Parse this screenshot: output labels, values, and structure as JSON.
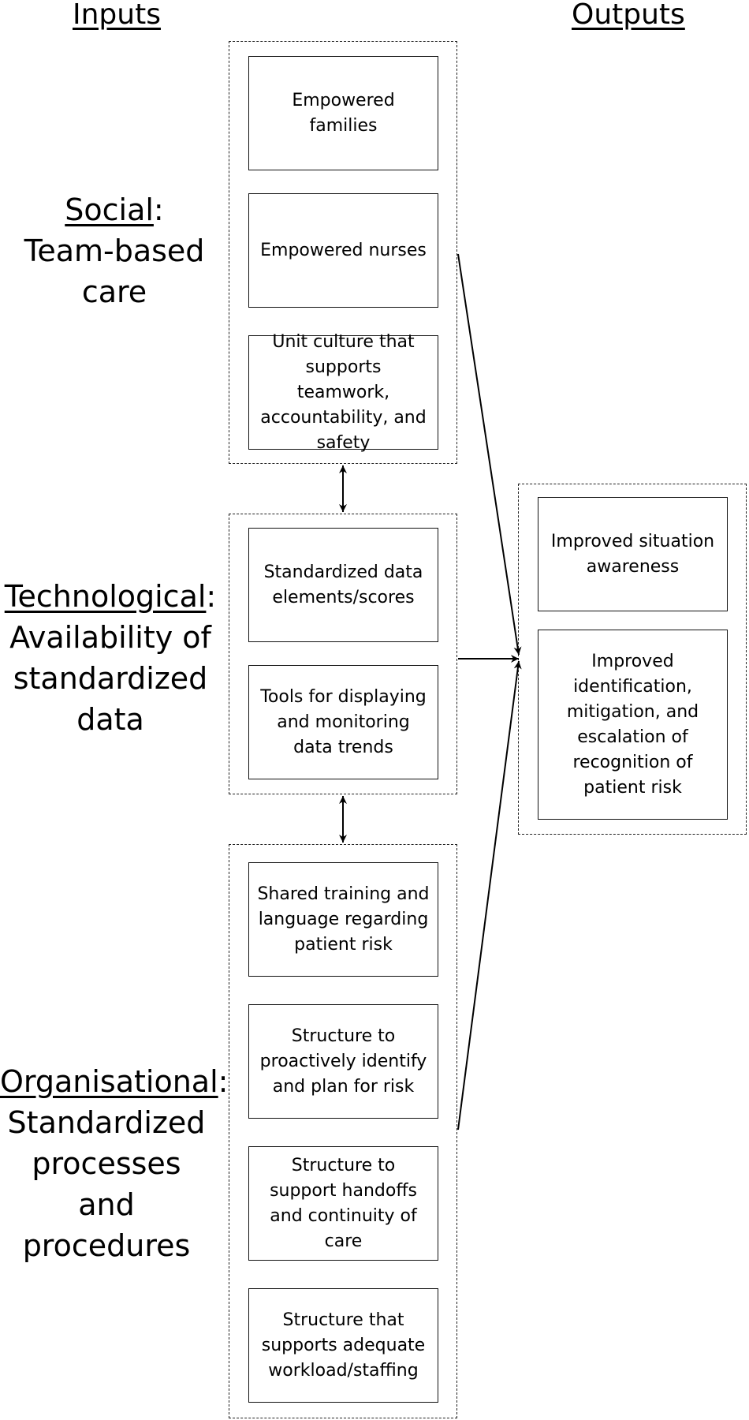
{
  "headers": {
    "inputs": "Inputs",
    "outputs": "Outputs"
  },
  "categories": [
    {
      "key": "Social",
      "colon": ":",
      "lines": [
        "Team-based",
        "care"
      ]
    },
    {
      "key": "Technological",
      "colon": ":",
      "lines": [
        "Availability of",
        "standardized",
        "data"
      ]
    },
    {
      "key": "Organisational",
      "colon": ":",
      "lines": [
        "Standardized",
        "processes and",
        "procedures"
      ]
    }
  ],
  "social_boxes": [
    "Empowered families",
    "Empowered nurses",
    "Unit culture that supports teamwork, accountability, and safety"
  ],
  "technological_boxes": [
    "Standardized data elements/scores",
    "Tools for displaying and monitoring data trends"
  ],
  "organisational_boxes": [
    "Shared training and language regarding patient risk",
    "Structure to proactively identify and plan for risk",
    "Structure to support handoffs and continuity of care",
    "Structure that supports adequate workload/staffing"
  ],
  "output_boxes": [
    "Improved situation awareness",
    "Improved identification, mitigation, and escalation of recognition of patient risk"
  ]
}
